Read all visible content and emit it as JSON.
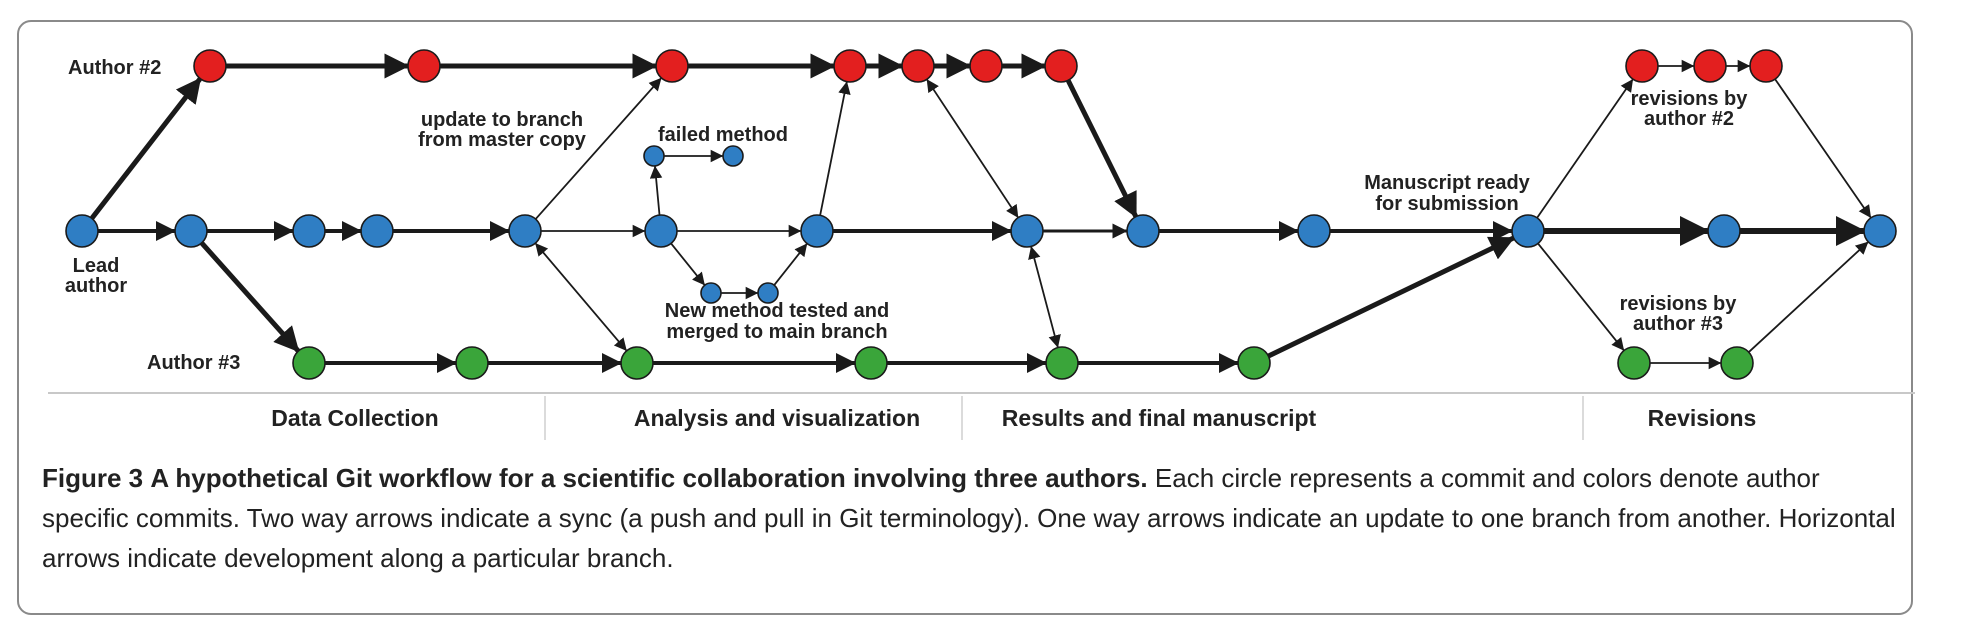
{
  "colors": {
    "author2": "#e31f1f",
    "lead": "#2f7ec4",
    "author3": "#3aa53a",
    "stroke": "#1a1a1a",
    "separator": "#c8c8c8"
  },
  "diagram": {
    "labels": {
      "author2": "Author #2",
      "author3": "Author #3",
      "lead_line1": "Lead",
      "lead_line2": "author",
      "update_line1": "update to branch",
      "update_line2": "from master copy",
      "failed": "failed method",
      "new_method_line1": "New method tested and",
      "new_method_line2": "merged to main branch",
      "ready_line1": "Manuscript ready",
      "ready_line2": "for submission",
      "rev2_line1": "revisions by",
      "rev2_line2": "author #2",
      "rev3_line1": "revisions by",
      "rev3_line2": "author #3"
    },
    "phases": [
      "Data Collection",
      "Analysis and visualization",
      "Results and final manuscript",
      "Revisions"
    ]
  },
  "caption": {
    "figure_label": "Figure 3",
    "title": "A hypothetical Git workflow for a scientific collaboration involving three authors.",
    "body": "Each circle represents a commit and colors denote author specific commits. Two way arrows indicate a sync (a push and pull in Git terminology). One way arrows indicate an update to one branch from another. Horizontal arrows indicate development along a particular branch."
  }
}
